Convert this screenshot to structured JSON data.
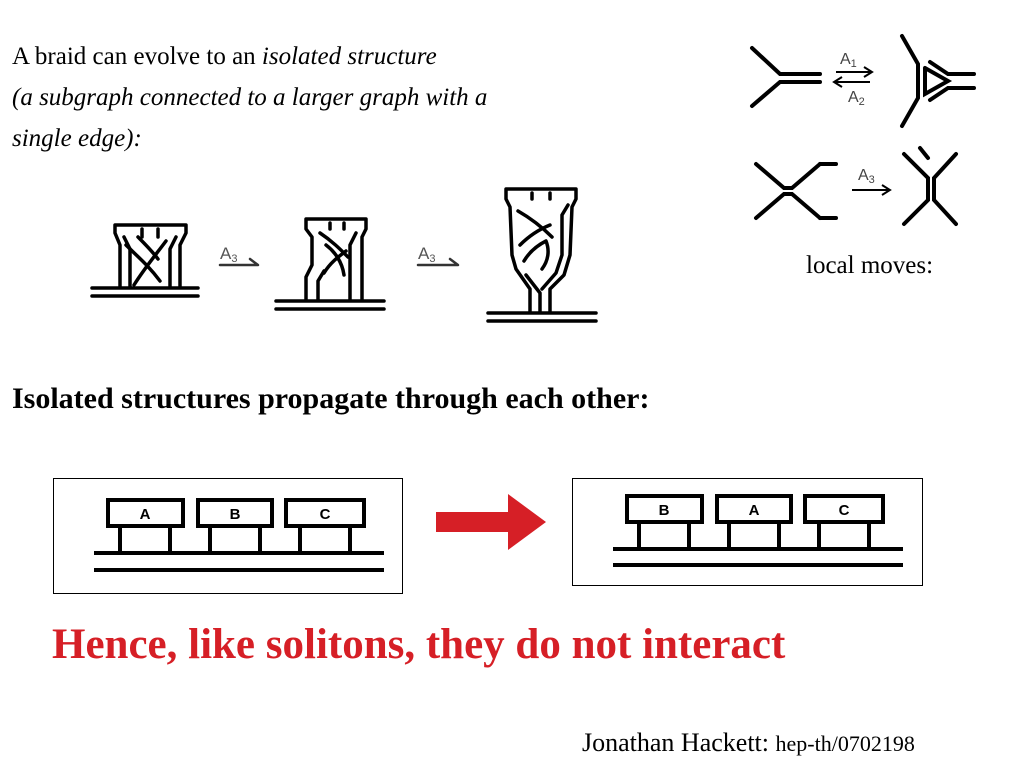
{
  "intro": {
    "line1_prefix": "A braid can evolve to an ",
    "line1_italic": "isolated structure",
    "line2": "(a subgraph connected to a larger graph with a",
    "line3": "single edge):"
  },
  "local_moves_label": "local moves:",
  "move_labels": {
    "a1": "A",
    "a1_sub": "1",
    "a2": "A",
    "a2_sub": "2",
    "a3": "A",
    "a3_sub": "3"
  },
  "heading": "Isolated structures propagate through each other:",
  "before_sequence": [
    "A",
    "B",
    "C"
  ],
  "after_sequence": [
    "B",
    "A",
    "C"
  ],
  "conclusion": "Hence, like solitons, they do not interact",
  "credit": {
    "author": "Jonathan Hackett: ",
    "reference": "hep-th/0702198"
  },
  "colors": {
    "accent": "#d61f26",
    "text": "#000000"
  },
  "icons": {
    "arrow": "red-right-arrow-icon"
  }
}
